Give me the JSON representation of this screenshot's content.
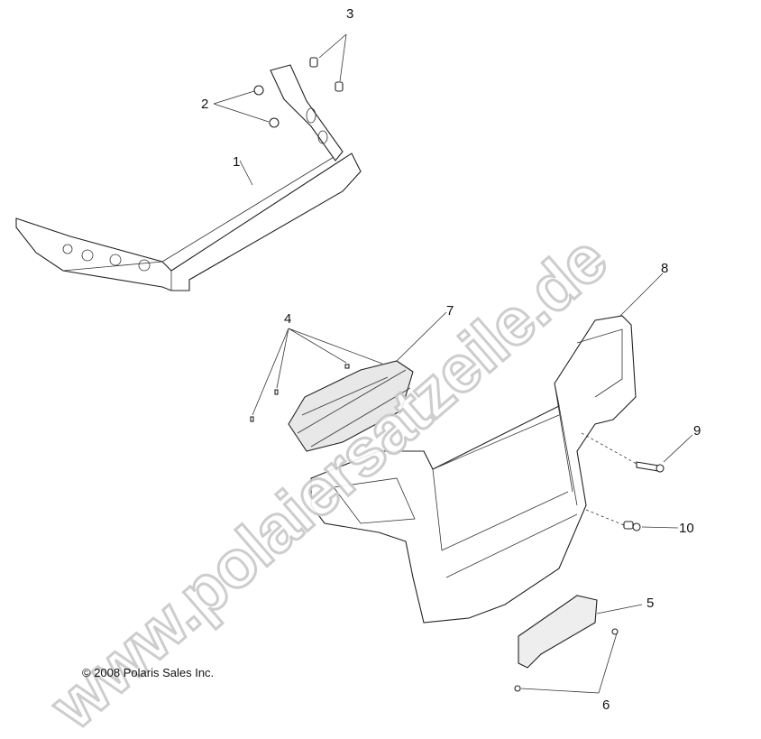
{
  "callouts": [
    "1",
    "2",
    "3",
    "4",
    "5",
    "6",
    "7",
    "8",
    "9",
    "10"
  ],
  "copyright": "© 2008 Polaris Sales Inc.",
  "watermark": "www.polaiersatzeile.de"
}
